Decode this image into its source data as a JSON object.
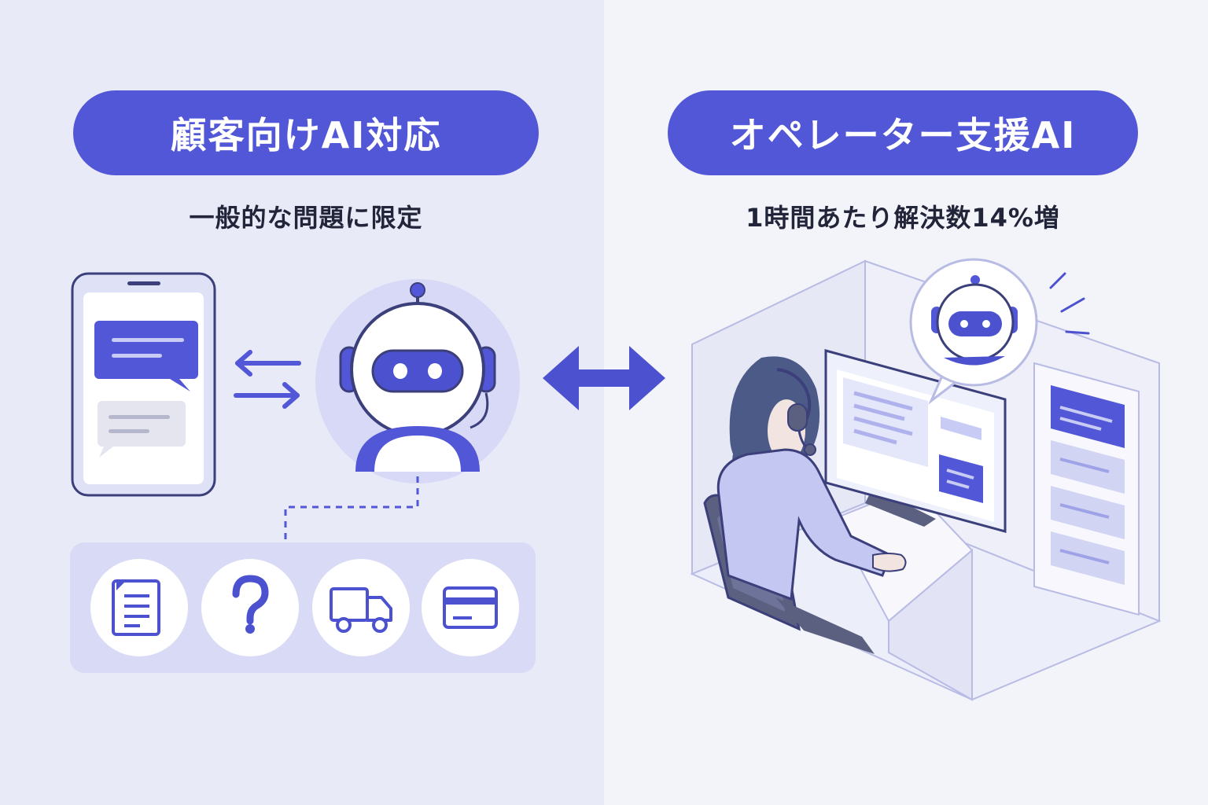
{
  "left": {
    "title": "顧客向けAI対応",
    "subtitle": "一般的な問題に限定",
    "topic_icons": [
      "document-icon",
      "question-icon",
      "truck-icon",
      "credit-card-icon"
    ]
  },
  "right": {
    "title": "オペレーター支援AI",
    "subtitle": "1時間あたり解決数14%増"
  },
  "colors": {
    "accent": "#5157d6",
    "accent_light": "#d7d9f6",
    "outline": "#3b3f7a",
    "left_bg": "#e9eaf8",
    "right_bg": "#f3f4f9"
  }
}
